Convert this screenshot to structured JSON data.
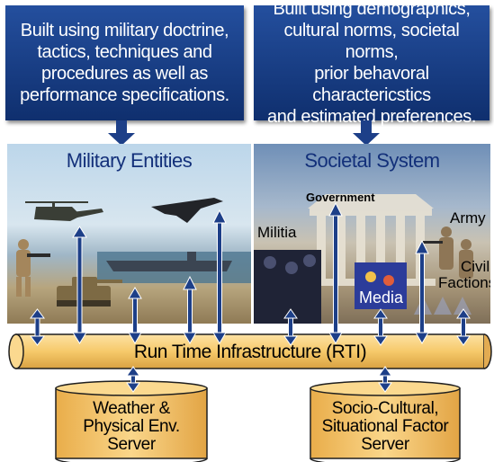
{
  "top_boxes": {
    "left_text": "Built using military doctrine,\ntactics, techniques and\nprocedures as well as\nperformance specifications.",
    "right_text": "Built using demographics,\ncultural norms, societal norms,\nprior behavoral charactericstics\nand estimated preferences."
  },
  "panels": {
    "military_title": "Military Entities",
    "societal_title": "Societal System"
  },
  "societal_labels": {
    "government": "Government",
    "army": "Army",
    "militia": "Militia",
    "civil": "Civil",
    "factions": "Factions",
    "media": "Media"
  },
  "rti_label": "Run Time Infrastructure (RTI)",
  "servers": {
    "weather": "Weather &\nPhysical Env.\nServer",
    "socio": "Socio-Cultural,\nSituational Factor\nServer"
  },
  "colors": {
    "box_blue": "#1a3f8a",
    "arrow_blue": "#1d3f88",
    "rti_fill": "#f6c96a",
    "cylinder_fill": "#f4c062"
  }
}
